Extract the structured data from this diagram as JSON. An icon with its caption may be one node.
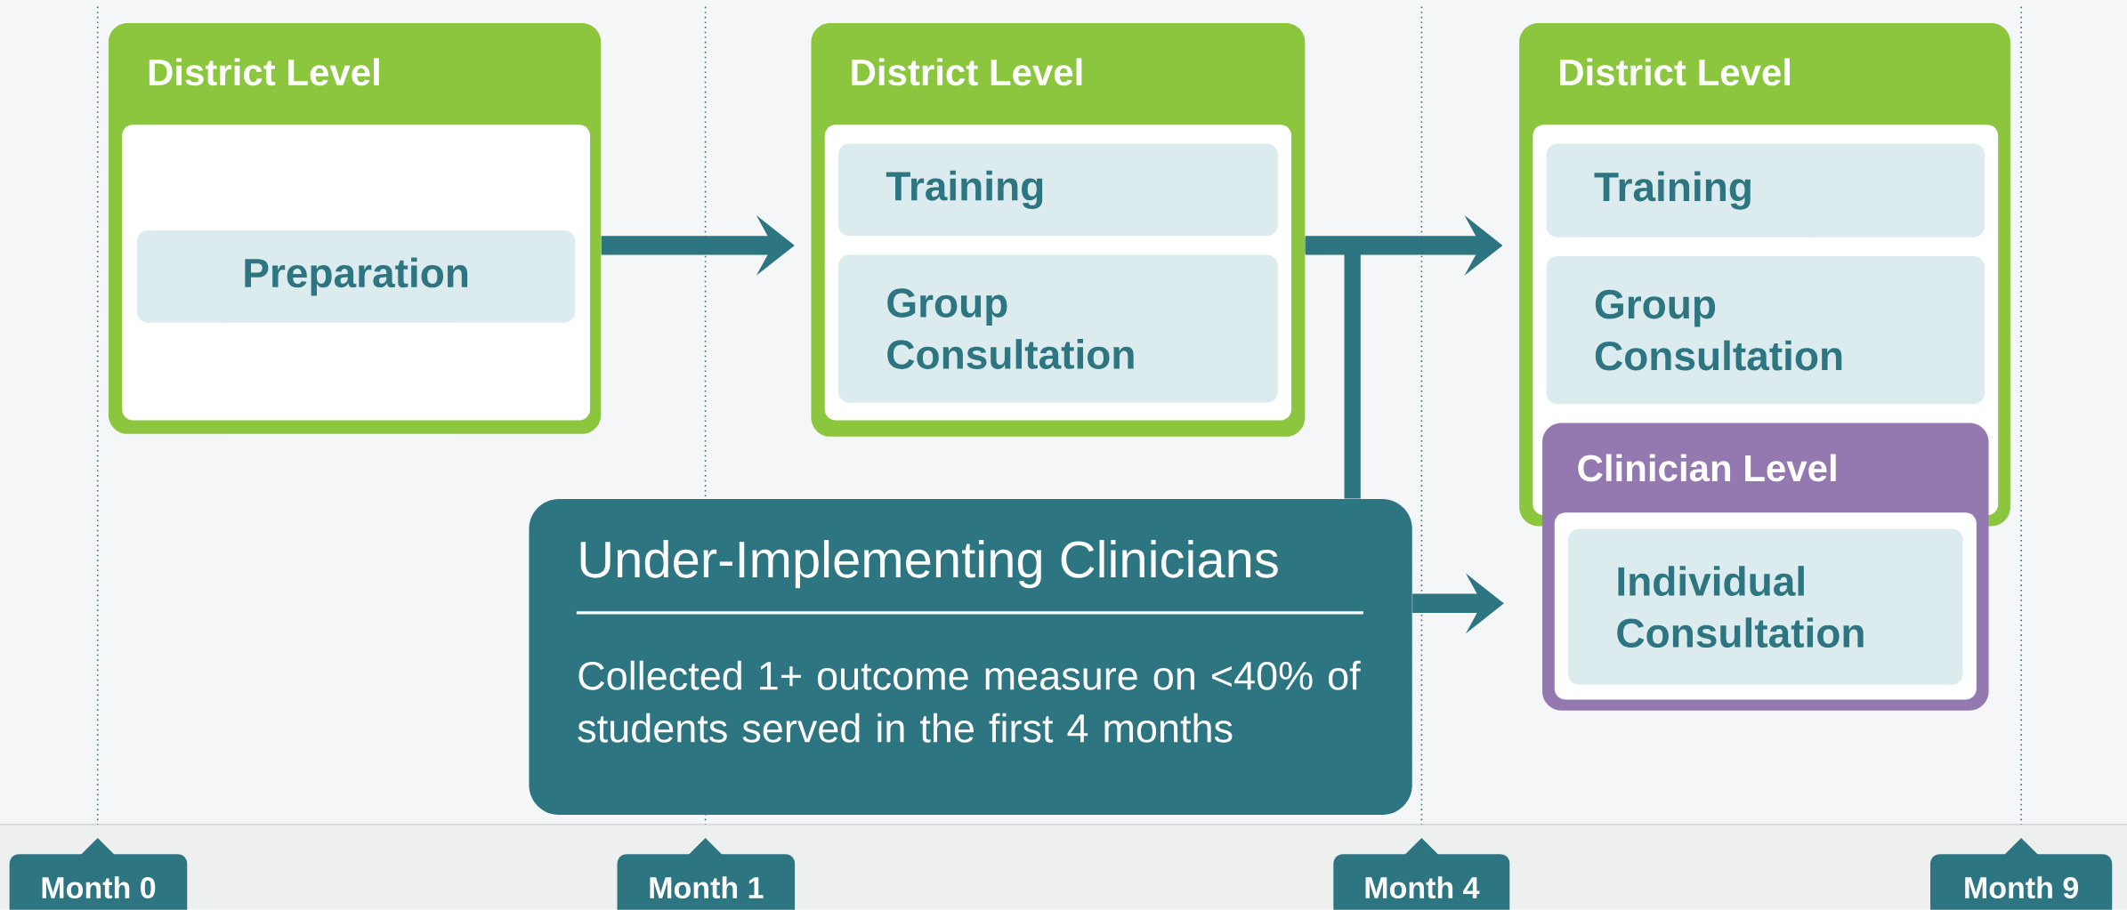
{
  "diagram": {
    "nodes": [
      {
        "text": [
          "District Level"
        ]
      },
      {
        "text": [
          "Preparation"
        ],
        "in": 0
      },
      {
        "text": [
          "District Level"
        ]
      },
      {
        "text": [
          "Training"
        ],
        "in": 2
      },
      {
        "text": [
          "Group Consultation"
        ],
        "in": 2
      },
      {
        "text": [
          "District Level"
        ]
      },
      {
        "text": [
          "Training"
        ],
        "in": 5
      },
      {
        "text": [
          "Group Consultation"
        ],
        "in": 5
      },
      {
        "text": [
          "Clinician Level"
        ]
      },
      {
        "text": [
          "Individual Consultation"
        ],
        "in": 8
      },
      {
        "text": [
          "Under-Implementing Clinicians",
          "Collected 1+ outcome measure on <40% of students served in the first 4 months"
        ]
      },
      {
        "text": [
          "Month 0"
        ]
      },
      {
        "text": [
          "Month 1"
        ]
      },
      {
        "text": [
          "Month 4"
        ]
      },
      {
        "text": [
          "Month 9"
        ]
      }
    ],
    "edges": [
      {
        "from": 0,
        "to": 2,
        "arrow": "to"
      },
      {
        "from": 2,
        "to": 5,
        "arrow": "to"
      },
      {
        "from": 2,
        "to": 10,
        "arrow": "none"
      },
      {
        "from": 10,
        "to": 8,
        "arrow": "to"
      }
    ]
  }
}
